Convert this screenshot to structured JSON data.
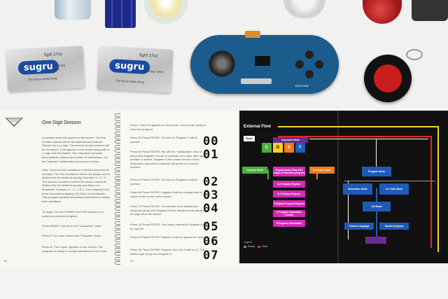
{
  "photo": {
    "packets": [
      {
        "logo": "sugru",
        "weight": "5g/0.17oz",
        "subtitle": "self-setting rubber",
        "slogan": "The future needs fixing"
      },
      {
        "logo": "sugru",
        "weight": "5g/0.17oz",
        "subtitle": "self-setting rubber",
        "slogan": "The future needs fixing"
      }
    ],
    "board_label": "ESPLORA",
    "left_page": {
      "title": "One Digit Division",
      "paragraphs": [
        "A question mark will appear on the screen. The first number entered will be the dividend and it will be followed by a (-) sign. The second number entered will be the divisor. It will appear on the screen along with a (-) sign and the answer. Your Odyssey² computer accomplishes division by a series of subtractions. It's the Odyssey² multiplication process in reverse.",
        "Note: There are two conditions in division that must be provided. The first condition is where the divisor can be divided into the dividend equally. Example: 6 - 2 = 3. The second condition is where the divisor cannot be divided into the dividend equally and there is a remainder. Example: 9 - 2 = 4 R 1. Your Odyssey² has been instructed to display (-R) there is a remainder. This program provides branching instructions to satisfy both conditions.",
        "To begin, turn the POWER BUTTON off and on to erase any previous program.",
        "Press RESET. You are in the \"Command\" mode.",
        "Press P. You have entered the \"Program\" mode.",
        "Press M. \"Hex Input\" appears on the screen. The computer is ready to accept instructions in Op Code."
      ],
      "page_number": "52"
    },
    "mid_page": {
      "steps": [
        "Press 1 Step 00 appears on the screen, and you are ready to enter the program.",
        "Press 02 Press ENTER. The door to Register 2 will be opened.",
        "Press 80 Press ENTER. We call this \"initialization\" step to insure that Register 3 is set at absolute zero value after each problem is solved. Register 3 will contain the sum of the subtraction operations Odyssey² will perform to find the quotient.",
        "Press 03 Press ENTER. The door to Register 8 will be opened.",
        "Press 86 Press ENTER. Register 8 will be programmed to output at the far left of the screen.",
        "Press 79 Press ENTER. The number to be divided (the dividend) will go into Register 8 & the dividend must always be larger than the divisor.",
        "Press C8 Press ENTER. The output channel to Register 8 will be opened.",
        "Press 03 Press ENTER. Register 8 will be opened for input.",
        "Press 3A Press ENTER. Register 3A in Op Code for (-). The divisor sign will go into Register 5."
      ],
      "step_numbers": [
        "00",
        "01",
        "02",
        "03",
        "04",
        "05",
        "06",
        "07"
      ],
      "page_number": "53"
    },
    "diagram": {
      "title": "External Flow",
      "blocks": [
        "Reset",
        "Command Mode",
        "C",
        "D",
        "E",
        "F",
        "Continue Mode",
        "Display Mode (Play ANY Graph to Standard program)",
        "Execution Mode",
        "A-V Display Register",
        "A-F Display Register",
        "P Display Program Register",
        "S Program Subroutine Counter",
        "R Register Information",
        "Program Mode",
        "Subroutine Mode",
        "Int. Flash Mode",
        "Set Mode",
        "Control Language",
        "Symbol program",
        "Legend",
        "Ready",
        "Clear"
      ],
      "colors": {
        "purple": "#6a2d8f",
        "green": "#4caf3c",
        "orange": "#f07a1e",
        "magenta": "#d629b8",
        "blue": "#1e5bb8",
        "red": "#e02b2b",
        "yellow": "#f4d41c",
        "grey": "#9a9a9a"
      }
    }
  }
}
